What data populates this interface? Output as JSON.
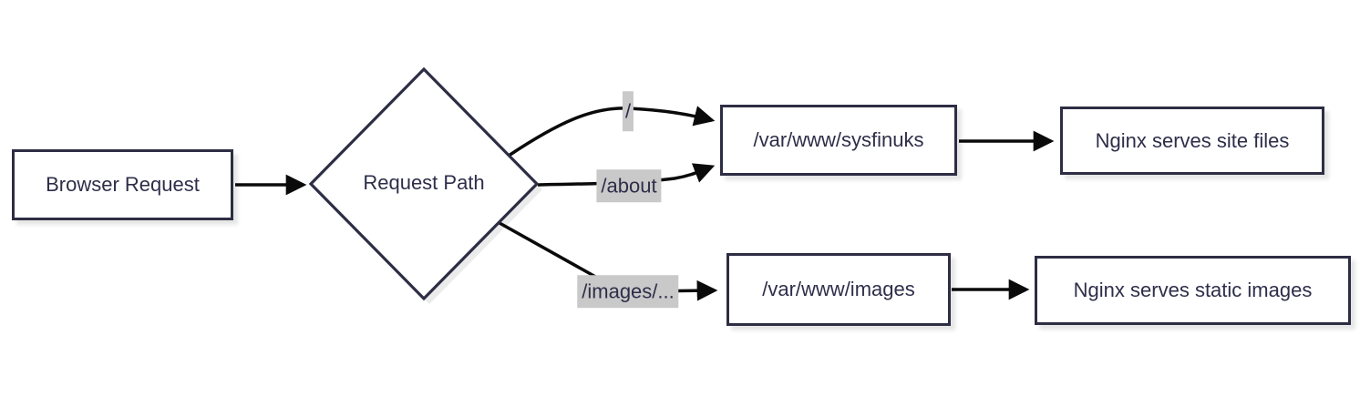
{
  "diagram": {
    "type": "flowchart",
    "direction": "left-to-right",
    "colors": {
      "node_border": "#2d2d44",
      "node_fill": "#ffffff",
      "text": "#2e2e4a",
      "arrow": "#0a0a0a",
      "edge_label_bg": "#c9c9c9"
    },
    "nodes": {
      "browser_request": {
        "label": "Browser Request",
        "shape": "rect"
      },
      "request_path": {
        "label": "Request Path",
        "shape": "diamond"
      },
      "var_www_sysfinuks": {
        "label": "/var/www/sysfinuks",
        "shape": "rect"
      },
      "nginx_site_files": {
        "label": "Nginx serves site files",
        "shape": "rect"
      },
      "var_www_images": {
        "label": "/var/www/images",
        "shape": "rect"
      },
      "nginx_static_images": {
        "label": "Nginx serves static images",
        "shape": "rect"
      }
    },
    "edge_labels": {
      "root": "/",
      "about": "/about",
      "images": "/images/..."
    },
    "edges": [
      {
        "from": "browser_request",
        "to": "request_path",
        "label": ""
      },
      {
        "from": "request_path",
        "to": "var_www_sysfinuks",
        "label": "/"
      },
      {
        "from": "request_path",
        "to": "var_www_sysfinuks",
        "label": "/about"
      },
      {
        "from": "request_path",
        "to": "var_www_images",
        "label": "/images/..."
      },
      {
        "from": "var_www_sysfinuks",
        "to": "nginx_site_files",
        "label": ""
      },
      {
        "from": "var_www_images",
        "to": "nginx_static_images",
        "label": ""
      }
    ]
  }
}
